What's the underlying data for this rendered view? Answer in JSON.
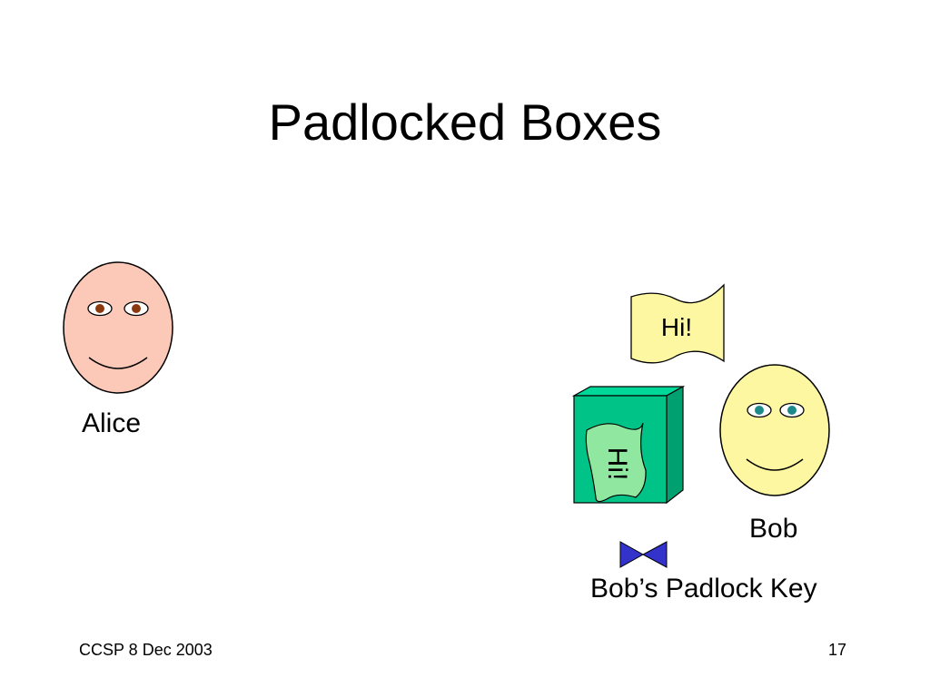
{
  "slide": {
    "title": "Padlocked Boxes",
    "footer_left": "CCSP 8 Dec 2003",
    "page_number": "17"
  },
  "characters": {
    "alice": {
      "label": "Alice",
      "face_color": "#fcc8b8",
      "eye_color": "#8b3a10"
    },
    "bob": {
      "label": "Bob",
      "face_color": "#fcf7a0",
      "eye_color": "#1a8a8a"
    }
  },
  "message_note": {
    "text": "Hi!",
    "color": "#fcf7a0"
  },
  "box": {
    "note_text": "Hi!",
    "front_color": "#00c487",
    "side_color": "#00a070",
    "top_color": "#00d89a",
    "note_color": "#90e8a0"
  },
  "padlock_key": {
    "label": "Bob’s Padlock Key",
    "color": "#3333cc"
  }
}
